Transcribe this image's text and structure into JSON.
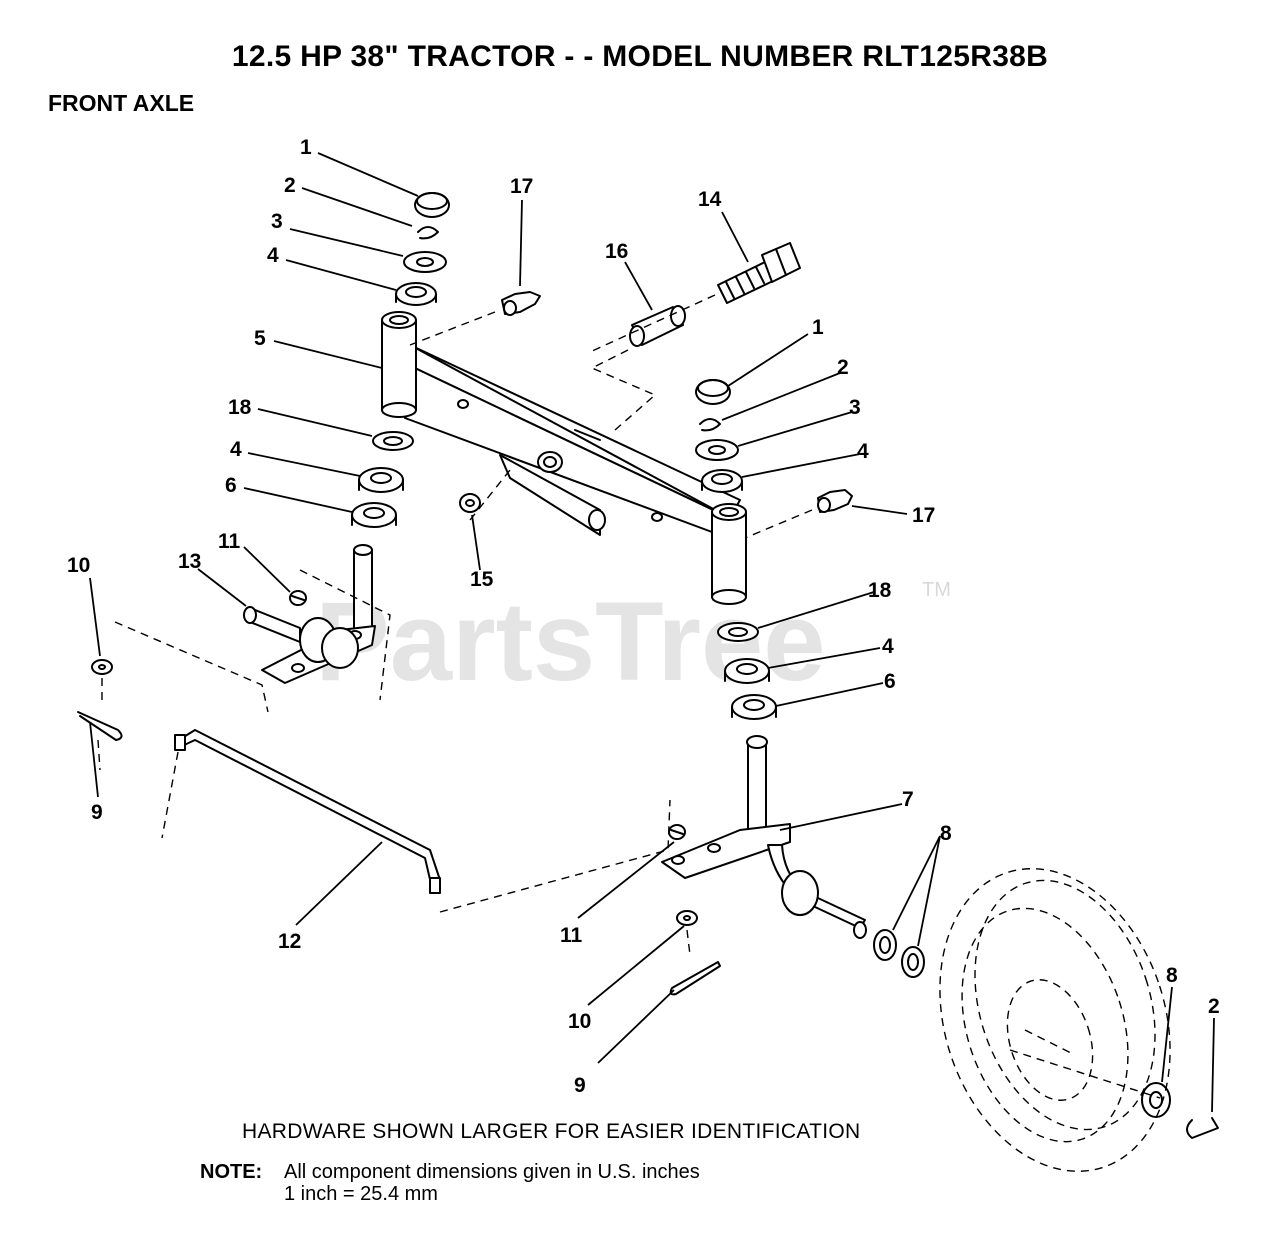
{
  "title": "12.5 HP 38\" TRACTOR - - MODEL NUMBER RLT125R38B",
  "section": "FRONT AXLE",
  "watermark": "PartsTree",
  "trademark": "TM",
  "hardware_note": "HARDWARE SHOWN LARGER FOR EASIER IDENTIFICATION",
  "note": {
    "label": "NOTE:",
    "line1": "All component dimensions given in U.S. inches",
    "line2": "1 inch = 25.4 mm"
  },
  "callouts": [
    {
      "id": "c-1a",
      "text": "1"
    },
    {
      "id": "c-2a",
      "text": "2"
    },
    {
      "id": "c-3a",
      "text": "3"
    },
    {
      "id": "c-4a",
      "text": "4"
    },
    {
      "id": "c-5",
      "text": "5"
    },
    {
      "id": "c-18a",
      "text": "18"
    },
    {
      "id": "c-4b",
      "text": "4"
    },
    {
      "id": "c-6a",
      "text": "6"
    },
    {
      "id": "c-17a",
      "text": "17"
    },
    {
      "id": "c-16",
      "text": "16"
    },
    {
      "id": "c-14",
      "text": "14"
    },
    {
      "id": "c-1b",
      "text": "1"
    },
    {
      "id": "c-2b",
      "text": "2"
    },
    {
      "id": "c-3b",
      "text": "3"
    },
    {
      "id": "c-4c",
      "text": "4"
    },
    {
      "id": "c-17b",
      "text": "17"
    },
    {
      "id": "c-15",
      "text": "15"
    },
    {
      "id": "c-10a",
      "text": "10"
    },
    {
      "id": "c-13",
      "text": "13"
    },
    {
      "id": "c-11a",
      "text": "11"
    },
    {
      "id": "c-9a",
      "text": "9"
    },
    {
      "id": "c-12",
      "text": "12"
    },
    {
      "id": "c-18b",
      "text": "18"
    },
    {
      "id": "c-4d",
      "text": "4"
    },
    {
      "id": "c-6b",
      "text": "6"
    },
    {
      "id": "c-7",
      "text": "7"
    },
    {
      "id": "c-8a",
      "text": "8"
    },
    {
      "id": "c-11b",
      "text": "11"
    },
    {
      "id": "c-10b",
      "text": "10"
    },
    {
      "id": "c-9b",
      "text": "9"
    },
    {
      "id": "c-8b",
      "text": "8"
    },
    {
      "id": "c-2c",
      "text": "2"
    }
  ]
}
